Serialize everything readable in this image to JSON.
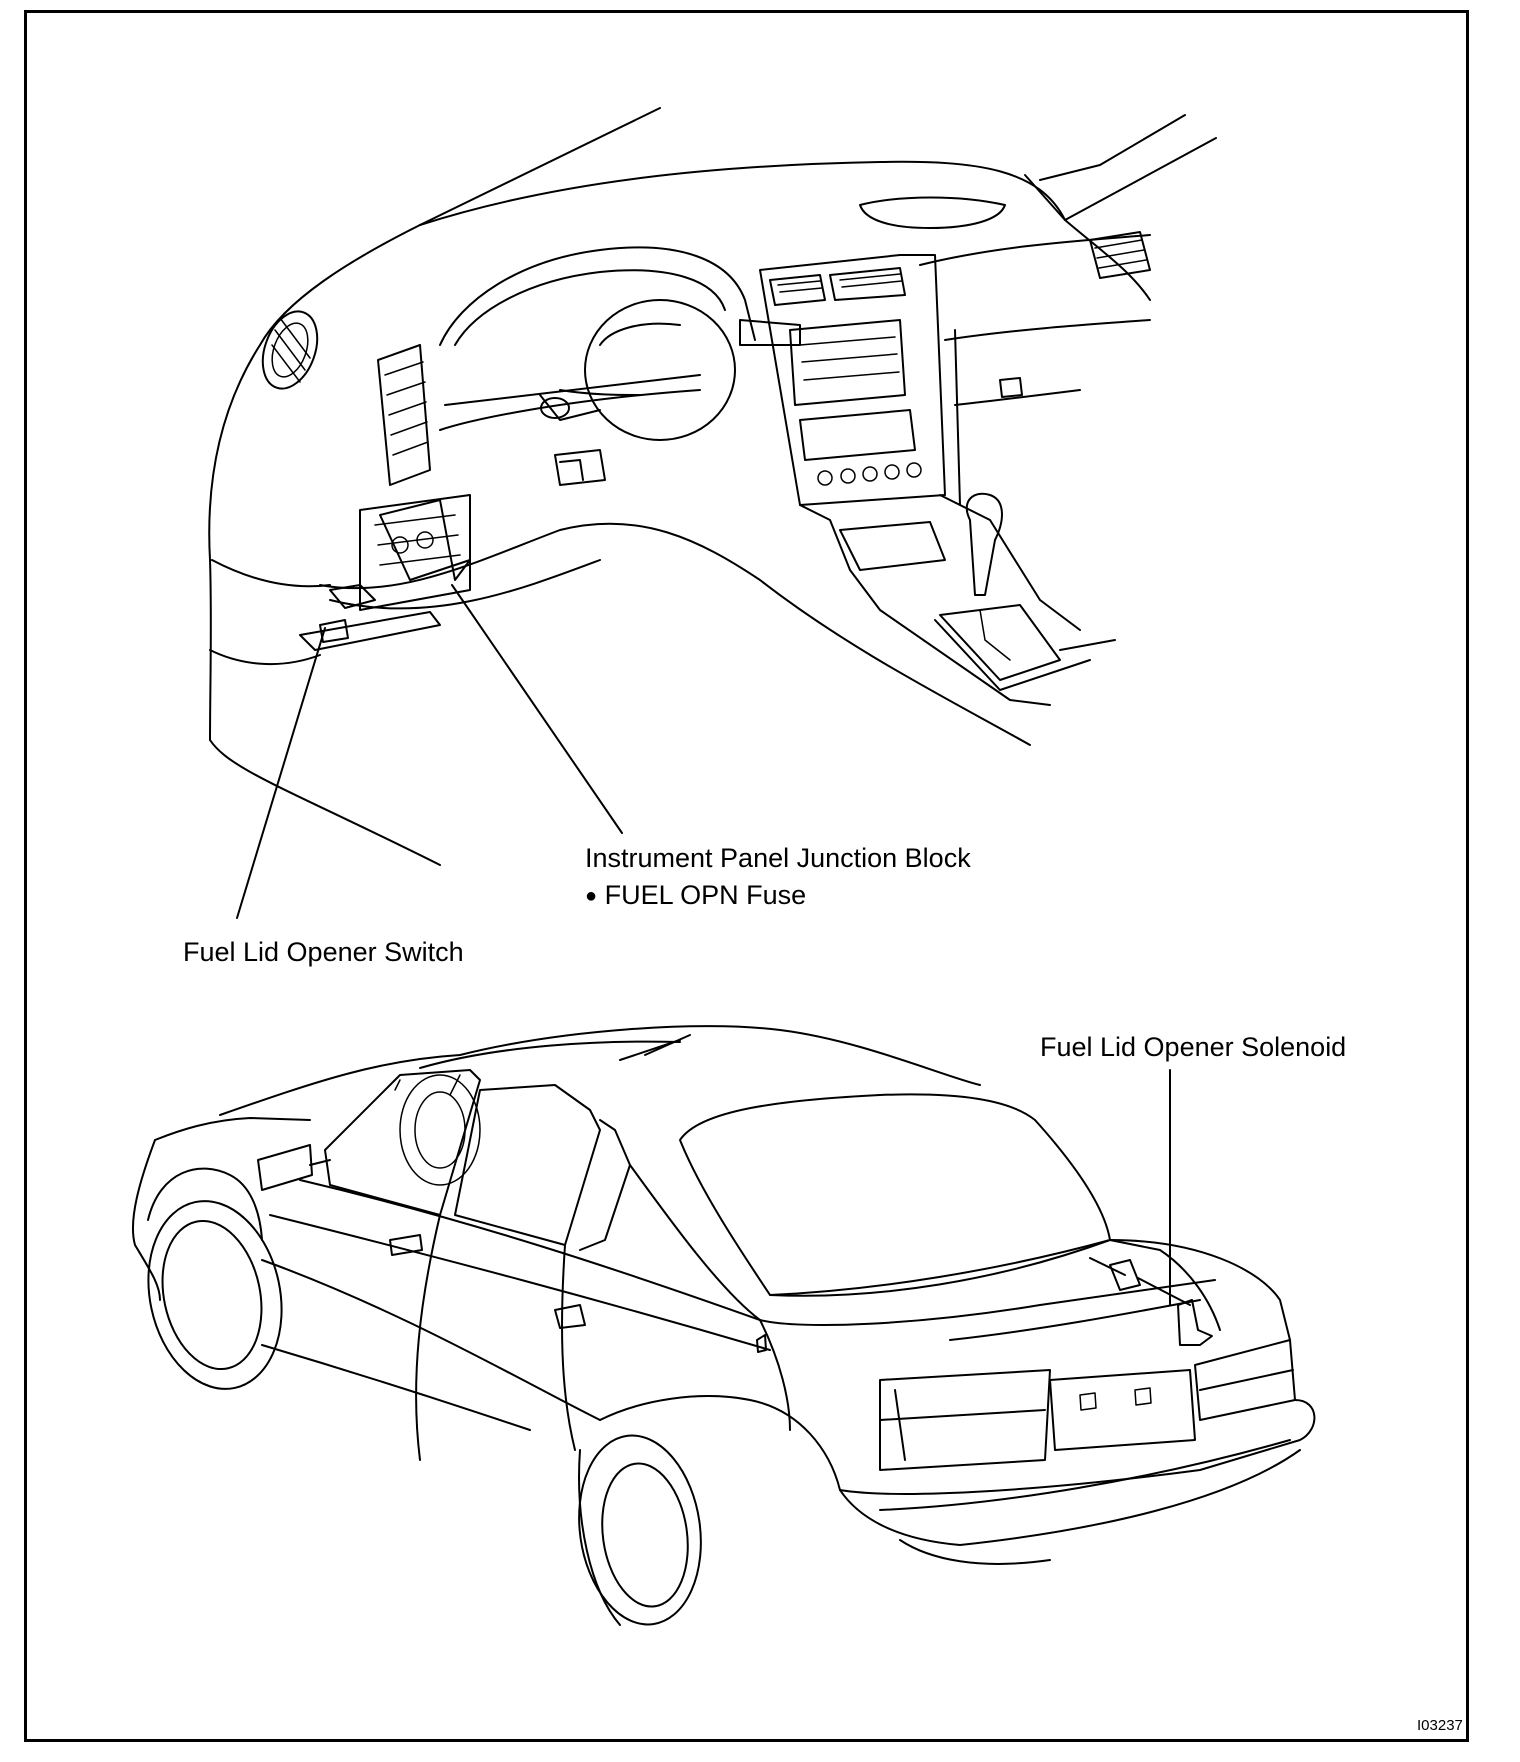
{
  "labels": {
    "junction_block": "Instrument Panel Junction Block",
    "fuse_bullet": "●",
    "fuse": "FUEL OPN Fuse",
    "switch": "Fuel Lid Opener Switch",
    "solenoid": "Fuel Lid Opener Solenoid",
    "figure_code": "I03237"
  },
  "icons": [
    "car-interior-illustration",
    "car-rear-illustration"
  ]
}
